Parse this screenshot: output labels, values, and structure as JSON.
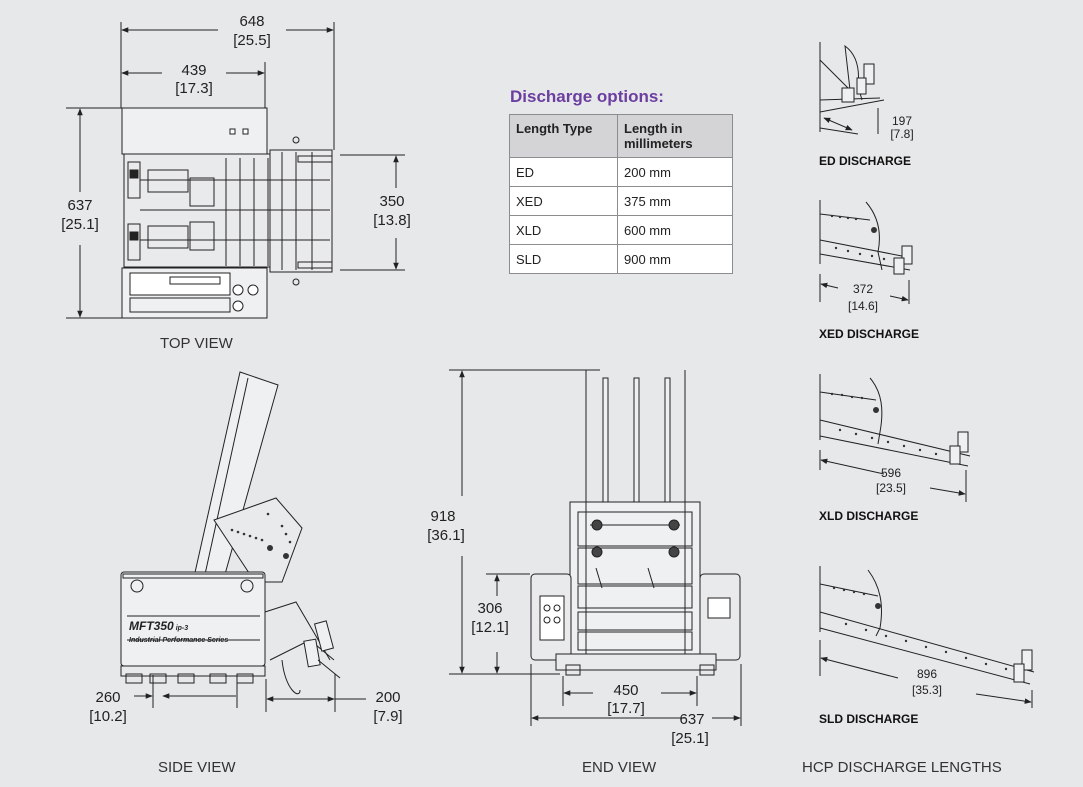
{
  "top_view": {
    "label": "TOP VIEW",
    "dim_width_mm": "648",
    "dim_width_in": "[25.5]",
    "dim_inner_mm": "439",
    "dim_inner_in": "[17.3]",
    "dim_depth_mm": "637",
    "dim_depth_in": "[25.1]",
    "dim_right_mm": "350",
    "dim_right_in": "[13.8]"
  },
  "side_view": {
    "label": "SIDE VIEW",
    "dim_left_mm": "260",
    "dim_left_in": "[10.2]",
    "dim_right_mm": "200",
    "dim_right_in": "[7.9]",
    "machine_name": "MFT350",
    "machine_suffix": "ip-3",
    "machine_series": "Industrial Performance Series"
  },
  "end_view": {
    "label": "END VIEW",
    "dim_height_mm": "918",
    "dim_height_in": "[36.1]",
    "dim_table_mm": "306",
    "dim_table_in": "[12.1]",
    "dim_base_mm": "450",
    "dim_base_in": "[17.7]",
    "dim_width_mm": "637",
    "dim_width_in": "[25.1]"
  },
  "discharge_table": {
    "title": "Discharge options:",
    "col1_header": "Length Type",
    "col2_header": "Length in millimeters",
    "rows": [
      {
        "type": "ED",
        "length": "200 mm"
      },
      {
        "type": "XED",
        "length": "375 mm"
      },
      {
        "type": "XLD",
        "length": "600 mm"
      },
      {
        "type": "SLD",
        "length": "900 mm"
      }
    ]
  },
  "hcp": {
    "label": "HCP DISCHARGE LENGTHS",
    "items": [
      {
        "name": "ED DISCHARGE",
        "mm": "197",
        "in": "[7.8]"
      },
      {
        "name": "XED DISCHARGE",
        "mm": "372",
        "in": "[14.6]"
      },
      {
        "name": "XLD DISCHARGE",
        "mm": "596",
        "in": "[23.5]"
      },
      {
        "name": "SLD DISCHARGE",
        "mm": "896",
        "in": "[35.3]"
      }
    ]
  },
  "colors": {
    "background": "#e7e8e9",
    "title_accent": "#6b3fa0",
    "line": "#222222"
  }
}
